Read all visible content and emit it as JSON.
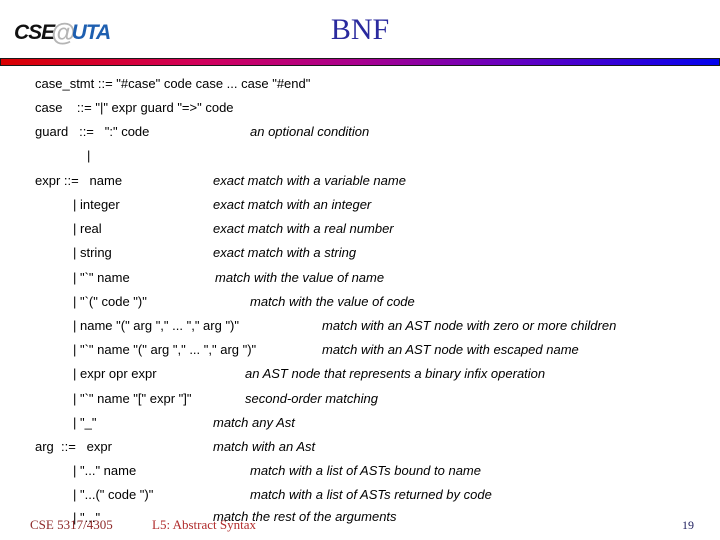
{
  "slide": {
    "title": "BNF",
    "logo": {
      "cse": "CSE",
      "at": "@",
      "uta": "UTA"
    },
    "footer": {
      "course": "CSE 5317/4305",
      "lecture": "L5: Abstract Syntax",
      "page": "19"
    },
    "colors": {
      "title_text": "#2a2a9e",
      "divider_gradient_left": "#d90000",
      "divider_gradient_middle": "#a8008f",
      "divider_gradient_right": "#0202ee",
      "logo_uta_blue": "#1e5fb0",
      "logo_at_gray": "#b5b5b5",
      "footer_course_text": "#8e2a2a",
      "footer_lecture_text": "#b02b2b",
      "page_number_text": "#1f1f5f"
    },
    "rows": [
      {
        "lhs": "case_stmt ::= \"#case\" code case ... case \"#end\"",
        "ann": ""
      },
      {
        "lhs": "case    ::= \"|\" expr guard \"=>\" code",
        "ann": ""
      },
      {
        "lhs": "guard   ::=   \":\" code",
        "ann": "an optional condition"
      },
      {
        "lhs": "|",
        "ann": ""
      },
      {
        "lhs": "expr ::=   name",
        "ann": "exact match with a variable name"
      },
      {
        "lhs": "| integer",
        "ann": "exact match with an integer"
      },
      {
        "lhs": "| real",
        "ann": "exact match with a real number"
      },
      {
        "lhs": "| string",
        "ann": "exact match with a string"
      },
      {
        "lhs": "| \"`\" name",
        "ann": "match with the value of name"
      },
      {
        "lhs": "| \"`(\" code \")\"",
        "ann": "match with the value of code"
      },
      {
        "lhs": "| name \"(\" arg \",\" ... \",\" arg \")\"",
        "ann": "match with an AST node with zero or more children"
      },
      {
        "lhs": "| \"`\" name \"(\" arg \",\" ... \",\" arg \")\"",
        "ann": "match with an AST node with escaped name"
      },
      {
        "lhs": "| expr opr expr",
        "ann": "an AST node that represents a binary infix operation"
      },
      {
        "lhs": "| \"`\" name \"[\" expr \"]\"",
        "ann": "second-order matching"
      },
      {
        "lhs": "| \"_\"",
        "ann": "match any Ast"
      },
      {
        "lhs": "arg  ::=   expr",
        "ann": "match with an Ast"
      },
      {
        "lhs": "| \"...\" name",
        "ann": "match with a list of ASTs bound to name"
      },
      {
        "lhs": "| \"...(\" code \")\"",
        "ann": "match with a list of ASTs returned by code"
      },
      {
        "lhs": "| \"...\"",
        "ann": "match the rest of the arguments"
      }
    ]
  }
}
